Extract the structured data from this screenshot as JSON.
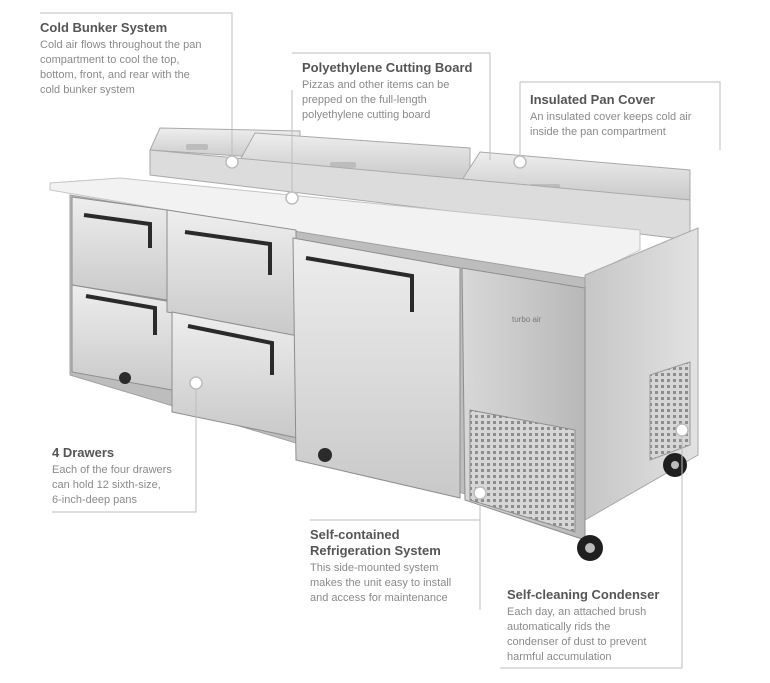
{
  "callouts": {
    "cold_bunker": {
      "title": "Cold Bunker System",
      "text_lines": [
        "Cold air flows throughout the pan",
        "compartment to cool the top,",
        "bottom, front, and rear with the",
        "cold bunker system"
      ]
    },
    "cutting_board": {
      "title": "Polyethylene Cutting Board",
      "text_lines": [
        "Pizzas and other items can be",
        "prepped on the full-length",
        "polyethylene cutting board"
      ]
    },
    "pan_cover": {
      "title": "Insulated Pan Cover",
      "text_lines": [
        "An insulated cover keeps cold air",
        "inside the pan compartment"
      ]
    },
    "drawers": {
      "title": "4 Drawers",
      "text_lines": [
        "Each of the four drawers",
        "can hold 12 sixth-size,",
        "6-inch-deep pans"
      ]
    },
    "refrigeration": {
      "title_lines": [
        "Self-contained",
        "Refrigeration System"
      ],
      "text_lines": [
        "This side-mounted system",
        "makes the unit easy to install",
        "and access for maintenance"
      ]
    },
    "condenser": {
      "title": "Self-cleaning Condenser",
      "text_lines": [
        "Each day, an attached brush",
        "automatically rids the",
        "condenser of dust to prevent",
        "harmful accumulation"
      ]
    }
  },
  "product": {
    "brand_label": "turbo air"
  },
  "colors": {
    "title_text": "#555555",
    "body_text": "#8a8a8a",
    "leader_line": "#bdbdbd",
    "steel_light": "#e6e6e6",
    "steel_mid": "#cfcfcf",
    "steel_dark": "#9a9a9a"
  }
}
